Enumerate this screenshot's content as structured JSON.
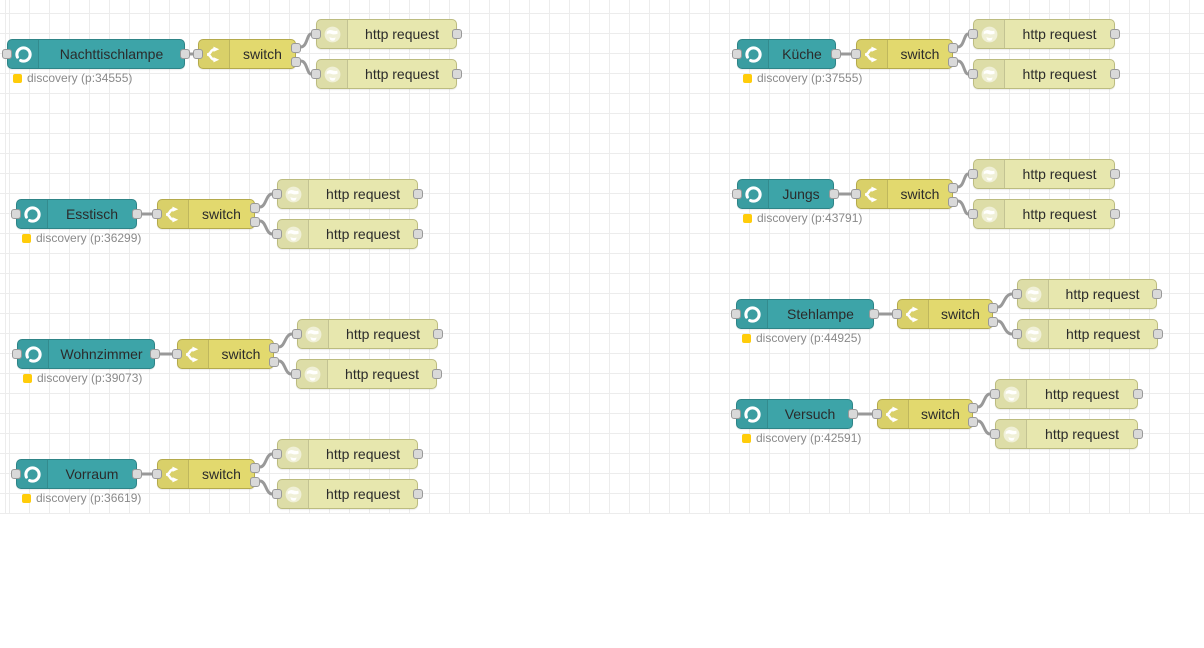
{
  "app": {
    "name": "flow-editor-canvas"
  },
  "colors": {
    "canvas_bg": "#ffffff",
    "grid_line": "#ececec",
    "device_node_fill": "#3DA4A8",
    "switch_node_fill": "#E2D96E",
    "http_node_fill": "#E7E7AE",
    "wire": "#999999",
    "port_fill": "#d9d9d9",
    "port_border": "#999999",
    "status_text": "#8a8a8a",
    "status_dot": "#FFCC0A",
    "node_label_text": "#2b2b2b"
  },
  "icons": {
    "device": "alexa-circle-icon",
    "switch": "switch-fork-icon",
    "http": "globe-icon",
    "status": "status-dot-icon"
  },
  "groups": [
    {
      "device_label": "Nachttischlampe",
      "status_label": "discovery (p:34555)",
      "switch_label": "switch",
      "http1_label": "http request",
      "http2_label": "http request"
    },
    {
      "device_label": "Esstisch",
      "status_label": "discovery (p:36299)",
      "switch_label": "switch",
      "http1_label": "http request",
      "http2_label": "http request"
    },
    {
      "device_label": "Wohnzimmer",
      "status_label": "discovery (p:39073)",
      "switch_label": "switch",
      "http1_label": "http request",
      "http2_label": "http request"
    },
    {
      "device_label": "Vorraum",
      "status_label": "discovery (p:36619)",
      "switch_label": "switch",
      "http1_label": "http request",
      "http2_label": "http request"
    },
    {
      "device_label": "Küche",
      "status_label": "discovery (p:37555)",
      "switch_label": "switch",
      "http1_label": "http request",
      "http2_label": "http request"
    },
    {
      "device_label": "Jungs",
      "status_label": "discovery (p:43791)",
      "switch_label": "switch",
      "http1_label": "http request",
      "http2_label": "http request"
    },
    {
      "device_label": "Stehlampe",
      "status_label": "discovery (p:44925)",
      "switch_label": "switch",
      "http1_label": "http request",
      "http2_label": "http request"
    },
    {
      "device_label": "Versuch",
      "status_label": "discovery (p:42591)",
      "switch_label": "switch",
      "http1_label": "http request",
      "http2_label": "http request"
    }
  ]
}
